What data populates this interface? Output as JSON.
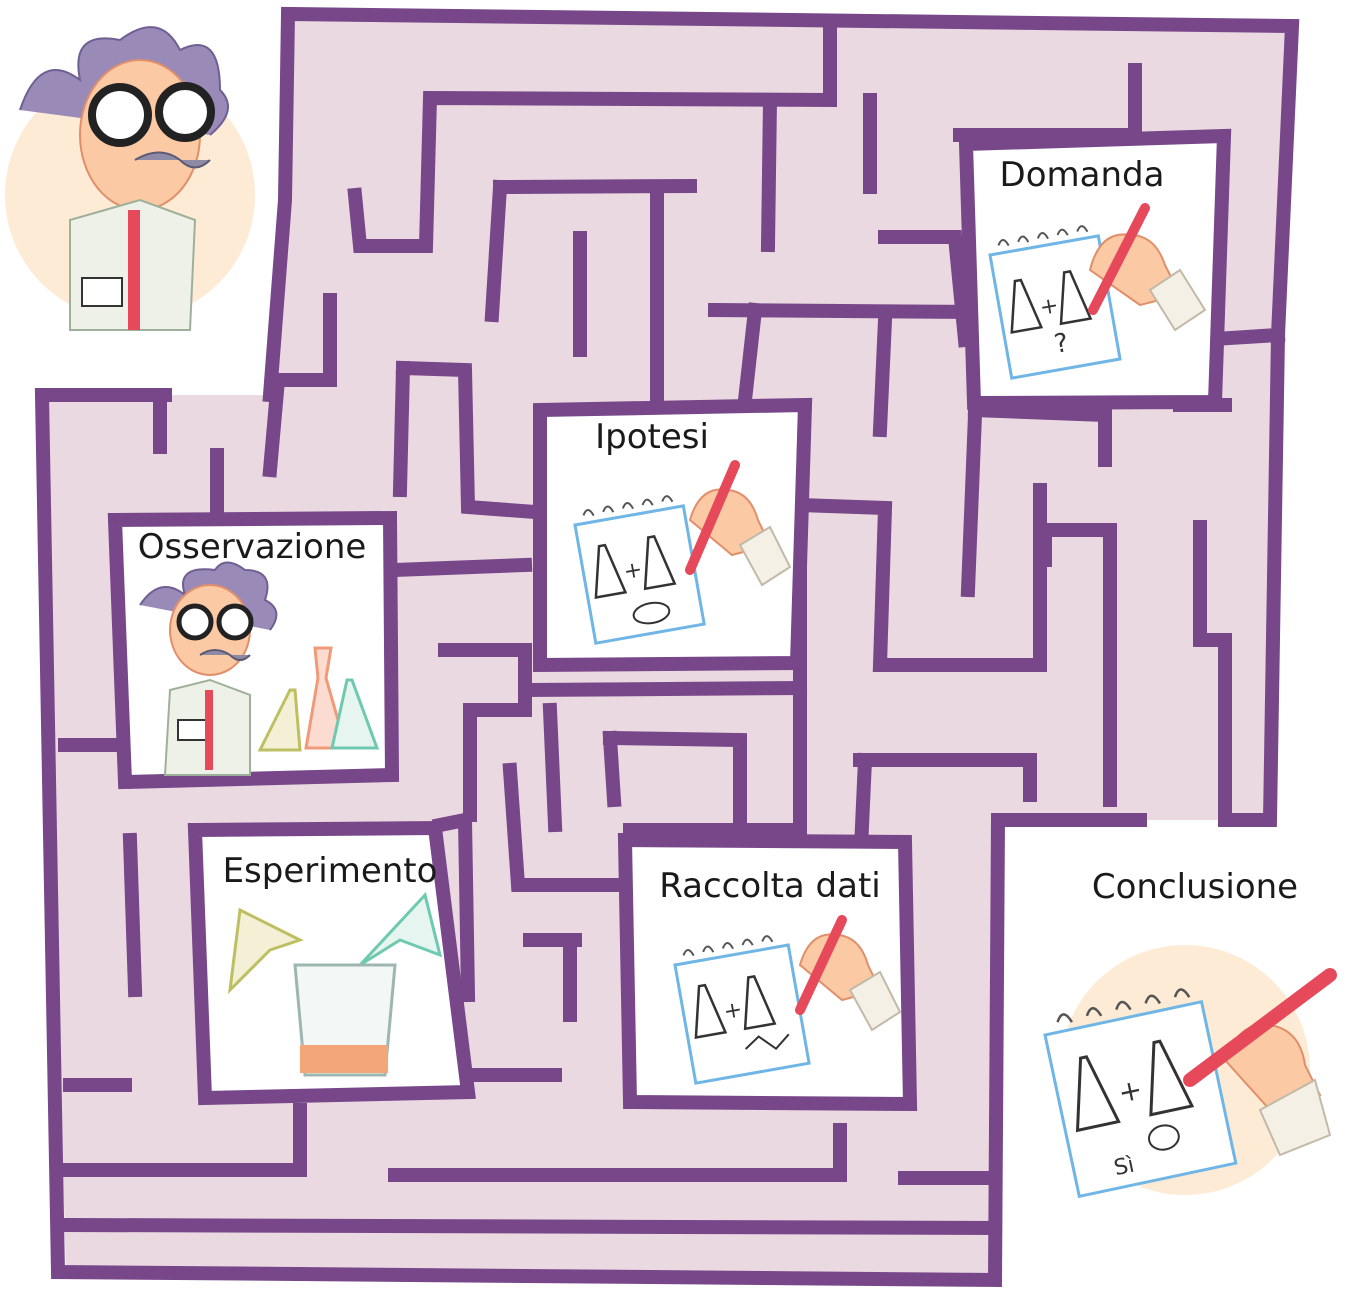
{
  "stations": {
    "domanda": "Domanda",
    "ipotesi": "Ipotesi",
    "osservazione": "Osservazione",
    "esperimento": "Esperimento",
    "raccolta_dati": "Raccolta dati",
    "conclusione": "Conclusione"
  },
  "drawn_text": {
    "question_mark": "?",
    "plus": "+",
    "si": "Sì"
  },
  "colors": {
    "wall": "#77478a",
    "maze_floor": "#ead9e1",
    "card": "#ffffff",
    "halo": "#fdebd6",
    "pencil": "#e6495a",
    "skin": "#fbc9a4",
    "hair": "#9a8ab8"
  },
  "icons": [
    "scientist-icon",
    "notebook-icon",
    "flask-icon",
    "beaker-icon",
    "pencil-icon",
    "hand-icon"
  ]
}
